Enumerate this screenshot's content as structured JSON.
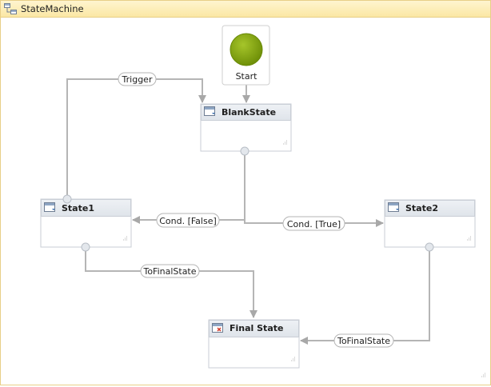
{
  "designer": {
    "title": "StateMachine"
  },
  "start": {
    "label": "Start"
  },
  "states": {
    "blank": {
      "label": "BlankState"
    },
    "state1": {
      "label": "State1"
    },
    "state2": {
      "label": "State2"
    },
    "final": {
      "label": "Final State"
    }
  },
  "transitions": {
    "trigger": "Trigger",
    "cond_false": "Cond. [False]",
    "cond_true": "Cond. [True]",
    "to_final_1": "ToFinalState",
    "to_final_2": "ToFinalState"
  },
  "colors": {
    "title_bar": "#fbe7a4",
    "border": "#e8cf88",
    "connector": "#b5b5b5",
    "start_circle": "#8aac0e",
    "state_header": "#e6eaef"
  },
  "icons": {
    "title": "state-machine-icon",
    "state": "state-icon",
    "final_state": "final-state-icon"
  }
}
